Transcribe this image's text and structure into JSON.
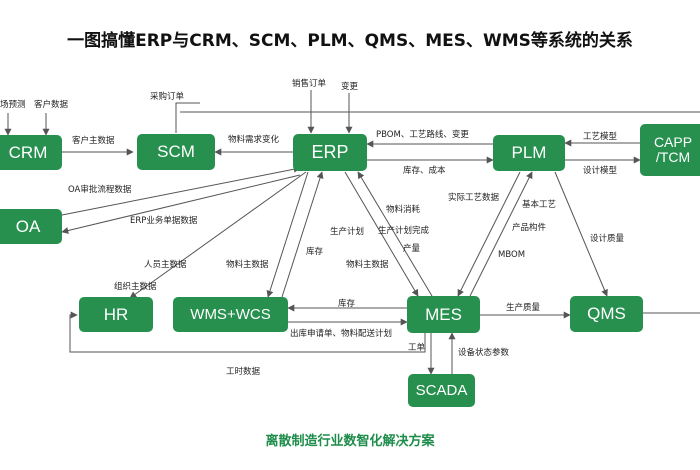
{
  "title": "一图搞懂ERP与CRM、SCM、PLM、QMS、MES、WMS等系统的关系",
  "footer": "离散制造行业数智化解决方案",
  "colors": {
    "node_fill": "#27904f",
    "node_text": "#ffffff",
    "line": "#555555",
    "footer": "#1e8c4a"
  },
  "nodes": {
    "crm": "CRM",
    "scm": "SCM",
    "erp": "ERP",
    "plm": "PLM",
    "capp": "CAPP\n/TCM",
    "oa": "OA",
    "hr": "HR",
    "wms": "WMS+WCS",
    "mes": "MES",
    "qms": "QMS",
    "scada": "SCADA"
  },
  "labels": {
    "market_forecast": "场预测",
    "customer_data": "客户数据",
    "purchase_order": "采购订单",
    "sales_order": "销售订单",
    "change": "变更",
    "customer_master": "客户主数据",
    "material_demand_change": "物料需求变化",
    "pbom_route_change": "PBOM、工艺路线、变更",
    "process_model": "工艺模型",
    "design_model": "设计模型",
    "inventory_cost": "库存、成本",
    "oa_approval": "OA审批流程数据",
    "erp_business_docs": "ERP业务单据数据",
    "actual_process_data": "实际工艺数据",
    "basic_process": "基本工艺",
    "material_consumption": "物料消耗",
    "production_plan": "生产计划",
    "plan_complete": "生产计划完成",
    "output": "产量",
    "product_component": "产品构件",
    "design_quality": "设计质量",
    "personnel_master": "人员主数据",
    "org_master": "组织主数据",
    "material_master_1": "物料主数据",
    "inventory": "库存",
    "material_master_2": "物料主数据",
    "mbom": "MBOM",
    "inventory_2": "库存",
    "outbound_delivery": "出库申请单、物料配送计划",
    "production_quality": "生产质量",
    "work_order": "工单",
    "equipment_params": "设备状态参数",
    "work_hours": "工时数据"
  }
}
